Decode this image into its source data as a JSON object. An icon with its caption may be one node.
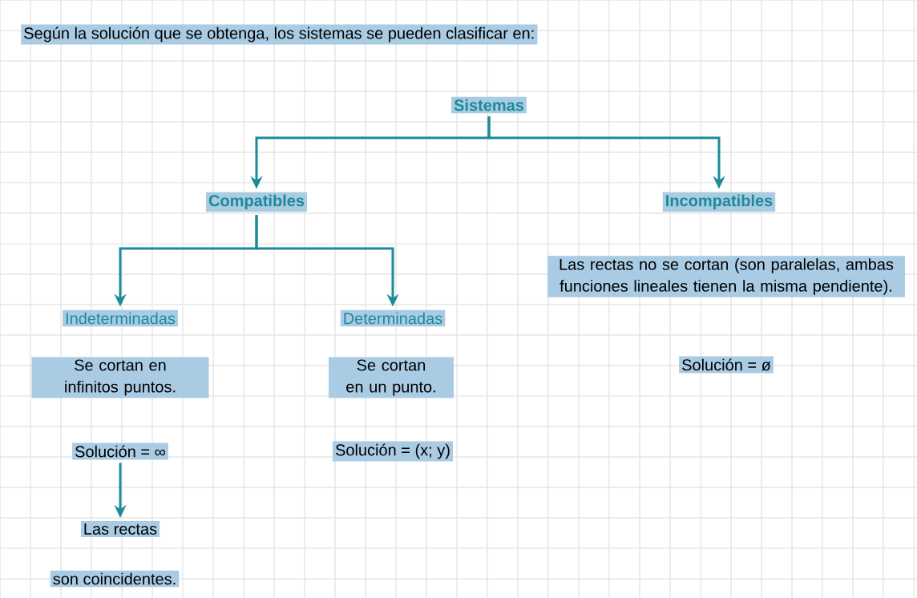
{
  "diagram": {
    "title": "Según la solución que se obtenga, los sistemas se pueden clasificar en:",
    "nodes": [
      {
        "text": [
          "Sistemas"
        ]
      },
      {
        "text": [
          "Compatibles"
        ]
      },
      {
        "text": [
          "Incompatibles"
        ]
      },
      {
        "text": [
          "Las rectas no se cortan (son paralelas, ambas funciones lineales tienen la misma pendiente)."
        ]
      },
      {
        "text": [
          "Indeterminadas"
        ]
      },
      {
        "text": [
          "Determinadas"
        ]
      },
      {
        "text": [
          "Se cortan en infinitos puntos."
        ]
      },
      {
        "text": [
          "Se cortan en un punto."
        ]
      },
      {
        "text": [
          "Solución = ø"
        ]
      },
      {
        "text": [
          "Solución = ∞"
        ]
      },
      {
        "text": [
          "Solución = (x; y)"
        ]
      },
      {
        "text": [
          "Las rectas"
        ]
      },
      {
        "text": [
          "son coincidentes."
        ]
      }
    ],
    "edges": [
      {
        "from": 0,
        "to": 1,
        "arrow": "to"
      },
      {
        "from": 0,
        "to": 2,
        "arrow": "to"
      },
      {
        "from": 1,
        "to": 4,
        "arrow": "to"
      },
      {
        "from": 1,
        "to": 5,
        "arrow": "to"
      },
      {
        "from": 9,
        "to": 11,
        "arrow": "to"
      }
    ]
  }
}
